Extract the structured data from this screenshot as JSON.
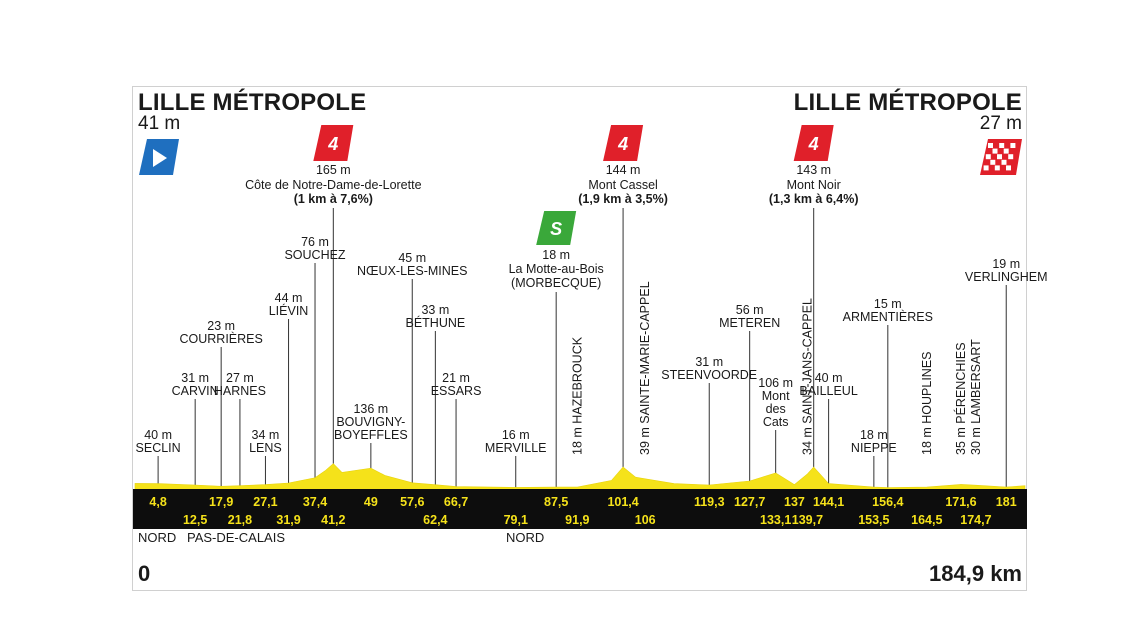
{
  "chart_data": {
    "type": "area",
    "xlabel": "",
    "ylabel": "",
    "xlim": [
      0,
      184.9
    ],
    "start": {
      "city": "LILLE MÉTROPOLE",
      "altitude": "41 m",
      "km": "0"
    },
    "finish": {
      "city": "LILLE MÉTROPOLE",
      "altitude": "27 m",
      "km": "184,9 km"
    },
    "profile": {
      "x": [
        0,
        4.8,
        12.5,
        17.9,
        21.8,
        27.1,
        31.9,
        37.4,
        39.5,
        41.2,
        43,
        49,
        52,
        57.6,
        62.4,
        66.7,
        79.1,
        87.5,
        91.9,
        99,
        101.4,
        104,
        106,
        112,
        119.3,
        127.7,
        133.1,
        137,
        139.7,
        141,
        144.1,
        153.5,
        156.4,
        164.5,
        171.6,
        174.7,
        181,
        184.9
      ],
      "y": [
        41,
        40,
        31,
        23,
        27,
        34,
        44,
        76,
        120,
        165,
        110,
        136,
        90,
        45,
        33,
        21,
        16,
        18,
        18,
        60,
        144,
        80,
        70,
        40,
        31,
        56,
        106,
        34,
        100,
        143,
        40,
        18,
        15,
        18,
        35,
        30,
        19,
        27
      ]
    },
    "climbs": [
      {
        "category": "4",
        "altitude": "165 m",
        "name": "Côte de Notre-Dame-de-Lorette",
        "detail": "(1 km à 7,6%)",
        "km": 41.2
      },
      {
        "category": "4",
        "altitude": "144 m",
        "name": "Mont Cassel",
        "detail": "(1,9 km à 3,5%)",
        "km": 101.4
      },
      {
        "category": "4",
        "altitude": "143 m",
        "name": "Mont Noir",
        "detail": "(1,3 km à 6,4%)",
        "km": 141
      }
    ],
    "sprint": {
      "symbol": "S",
      "altitude": "18 m",
      "name": "La Motte-au-Bois",
      "detail": "(MORBECQUE)",
      "km": 87.5
    },
    "places": [
      {
        "alt": "40 m",
        "name": "SECLIN",
        "km": 4.8
      },
      {
        "alt": "31 m",
        "name": "CARVIN",
        "km": 12.5
      },
      {
        "alt": "23 m",
        "name": "COURRIÈRES",
        "km": 17.9
      },
      {
        "alt": "27 m",
        "name": "HARNES",
        "km": 21.8
      },
      {
        "alt": "34 m",
        "name": "LENS",
        "km": 27.1
      },
      {
        "alt": "44 m",
        "name": "LIÉVIN",
        "km": 31.9
      },
      {
        "alt": "76 m",
        "name": "SOUCHEZ",
        "km": 37.4
      },
      {
        "alt": "136 m",
        "name": "BOUVIGNY-",
        "name2": "BOYEFFLES",
        "km": 49
      },
      {
        "alt": "45 m",
        "name": "NŒUX-LES-MINES",
        "km": 57.6
      },
      {
        "alt": "33 m",
        "name": "BÉTHUNE",
        "km": 62.4
      },
      {
        "alt": "21 m",
        "name": "ESSARS",
        "km": 66.7
      },
      {
        "alt": "16 m",
        "name": "MERVILLE",
        "km": 79.1
      },
      {
        "alt": "31 m",
        "name": "STEENVOORDE",
        "km": 119.3
      },
      {
        "alt": "56 m",
        "name": "METEREN",
        "km": 127.7
      },
      {
        "alt": "106 m",
        "name": "Mont",
        "name2": "des",
        "name3": "Cats",
        "km": 133.1
      },
      {
        "alt": "40 m",
        "name": "BAILLEUL",
        "km": 144.1
      },
      {
        "alt": "18 m",
        "name": "NIEPPE",
        "km": 153.5
      },
      {
        "alt": "15 m",
        "name": "ARMENTIÈRES",
        "km": 156.4
      },
      {
        "alt": "19 m",
        "name": "VERLINGHEM",
        "km": 181
      }
    ],
    "vertical_places": [
      {
        "text": "18 m HAZEBROUCK",
        "km": 91.9
      },
      {
        "text": "39 m SAINTE-MARIE-CAPPEL",
        "km": 106
      },
      {
        "text": "34 m SAINT-JANS-CAPPEL",
        "km": 139.7
      },
      {
        "text": "18 m HOUPLINES",
        "km": 164.5
      },
      {
        "text": "35 m PÉRENCHIES",
        "km": 171.6
      },
      {
        "text": "30 m LAMBERSART",
        "km": 174.7
      }
    ],
    "km_top": [
      "4,8",
      "17,9",
      "27,1",
      "37,4",
      "49",
      "57,6",
      "66,7",
      "87,5",
      "101,4",
      "119,3",
      "127,7",
      "137",
      "144,1",
      "156,4",
      "171,6",
      "181"
    ],
    "km_bottom": [
      "12,5",
      "21,8",
      "31,9",
      "41,2",
      "62,4",
      "79,1",
      "91,9",
      "106",
      "133,1",
      "139,7",
      "153,5",
      "164,5",
      "174,7"
    ],
    "departments": [
      "NORD",
      "PAS-DE-CALAIS",
      "NORD"
    ]
  }
}
